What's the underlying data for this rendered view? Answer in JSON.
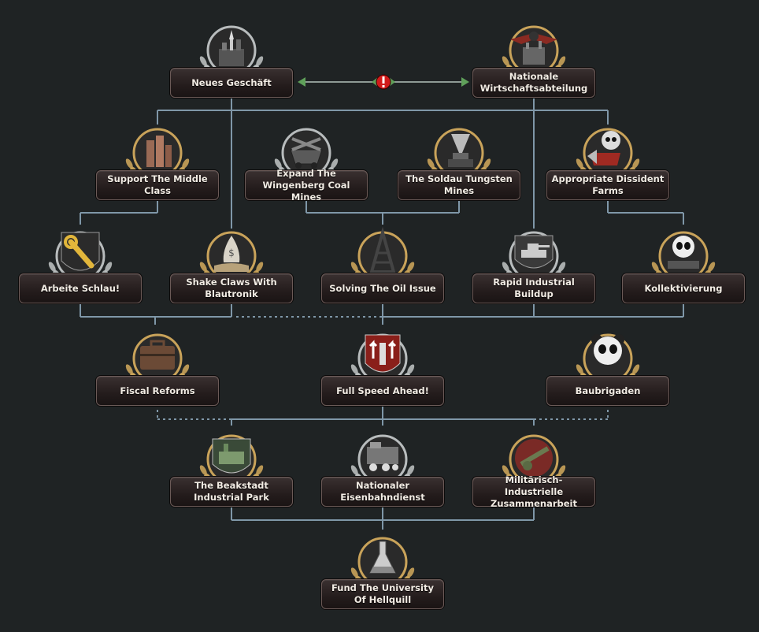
{
  "focus_tree": {
    "focuses": [
      {
        "id": "neues_geschaeft",
        "label": "Neues Geschäft",
        "icon": "statue-city-icon"
      },
      {
        "id": "nationale_wirtschaft",
        "label": "Nationale Wirtschaftsabteilung",
        "icon": "eagle-factory-icon"
      },
      {
        "id": "support_middle",
        "label": "Support The Middle Class",
        "icon": "city-towers-icon"
      },
      {
        "id": "wingenberg",
        "label": "Expand The Wingenberg Coal Mines",
        "icon": "mine-cart-icon"
      },
      {
        "id": "soldau",
        "label": "The Soldau Tungsten Mines",
        "icon": "drill-icon"
      },
      {
        "id": "dissident_farms",
        "label": "Appropriate Dissident Farms",
        "icon": "skull-bulldozer-icon"
      },
      {
        "id": "arbeite",
        "label": "Arbeite Schlau!",
        "icon": "wrench-icon"
      },
      {
        "id": "shake_claws",
        "label": "Shake Claws With Blautronik",
        "icon": "money-bag-handshake-icon"
      },
      {
        "id": "oil",
        "label": "Solving The Oil Issue",
        "icon": "oil-derrick-icon"
      },
      {
        "id": "rapid",
        "label": "Rapid Industrial Buildup",
        "icon": "tank-icon"
      },
      {
        "id": "kollektiv",
        "label": "Kollektivierung",
        "icon": "skull-tractor-icon"
      },
      {
        "id": "fiscal",
        "label": "Fiscal Reforms",
        "icon": "briefcase-icon"
      },
      {
        "id": "full_speed",
        "label": "Full Speed Ahead!",
        "icon": "chimney-arrows-icon"
      },
      {
        "id": "baubrigaden",
        "label": "Baubrigaden",
        "icon": "panda-skull-icon"
      },
      {
        "id": "beakstadt",
        "label": "The Beakstadt Industrial Park",
        "icon": "factory-park-icon"
      },
      {
        "id": "eisenbahn",
        "label": "Nationaler Eisenbahndienst",
        "icon": "train-icon"
      },
      {
        "id": "militaer",
        "label": "Militärisch-Industrielle Zusammenarbeit",
        "icon": "artillery-icon"
      },
      {
        "id": "university",
        "label": "Fund The University Of Hellquill",
        "icon": "flask-icon"
      }
    ],
    "colors": {
      "background": "#1f2324",
      "line": "#7f97a8",
      "plate": "#2b2222",
      "text": "#f2ece4",
      "gold": "#c9a35a",
      "silver": "#b8bcbd",
      "exclusive": "#d11b1b",
      "arrow": "#5fa05a"
    }
  }
}
